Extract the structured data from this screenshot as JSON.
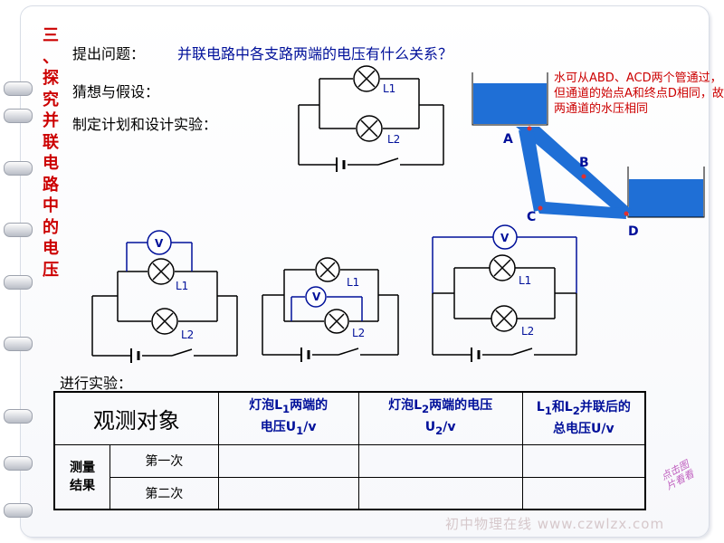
{
  "section_title": [
    "三",
    "、",
    "探",
    "究",
    "并",
    "联",
    "电",
    "路",
    "中",
    "的",
    "电",
    "压"
  ],
  "steps": {
    "propose_label": "提出问题：",
    "question": "并联电路中各支路两端的电压有什么关系？",
    "hypothesis": "猜想与假设：",
    "plan": "制定计划和设计实验：",
    "experiment": "进行实验："
  },
  "circuit_labels": {
    "lamp1": "L1",
    "lamp2": "L2",
    "meter": "V"
  },
  "water_analogy": {
    "note": "水可从ABD、ACD两个管通过，但通道的始点A和终点D相同，故两通道的水压相同",
    "points": [
      "A",
      "B",
      "C",
      "D"
    ],
    "water_color": "#1f6fd6"
  },
  "table": {
    "header": {
      "object": "观测对象",
      "col1_line1": "灯泡L",
      "col1_sub": "1",
      "col1_rest": "两端的",
      "col1_line2": "电压U",
      "col1_sub2": "1",
      "col1_unit": "/v",
      "col2_line1": "灯泡L",
      "col2_sub": "2",
      "col2_rest": "两端的电压",
      "col2_line2": "U",
      "col2_sub2": "2",
      "col2_unit": "/v",
      "col3_l": "L",
      "col3_sub1": "1",
      "col3_and": "和L",
      "col3_sub2": "2",
      "col3_rest": "并联后的",
      "col3_line2": "总电压U/v"
    },
    "measure_label_1": "测量",
    "measure_label_2": "结果",
    "rows": [
      "第一次",
      "第二次"
    ]
  },
  "watermark": "初中物理在线  www.czwlzx.com",
  "seal": "点击图片看看"
}
